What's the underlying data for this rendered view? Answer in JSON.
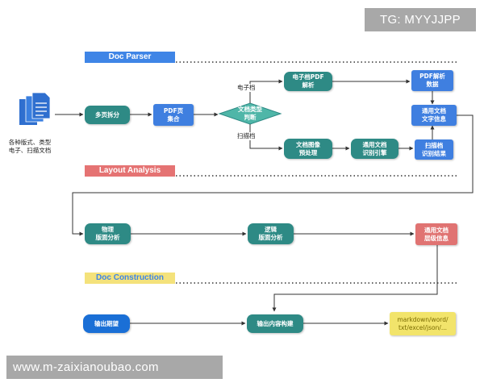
{
  "watermarks": {
    "top": "TG: MYYJJPP",
    "bottom": "www.m-zaixianoubao.com"
  },
  "sections": {
    "parser": "Doc Parser",
    "layout": "Layout Analysis",
    "construction": "Doc Construction"
  },
  "input_caption": "各种版式、类型\n电子、扫描文档",
  "nodes": {
    "split": "多页拆分",
    "pdf_pages": "PDF页\n集合",
    "doc_type": "文档类型\n判断",
    "pdf_electronic": "电子档PDF\n解析",
    "pdf_parsed": "PDF解析\n数据",
    "generic_text": "通用文档\n文字信息",
    "image_preprocess": "文档图像\n预处理",
    "ocr_engine": "通用文档\n识别引擎",
    "scan_result": "扫描档\n识别结果",
    "physical_layout": "物理\n版面分析",
    "logical_layout": "逻辑\n版面分析",
    "hierarchy": "通用文档\n层级信息",
    "output_spec": "输出期望",
    "content_build": "输出内容构建",
    "formats": "markdown/word/\ntxt/excel/json/..."
  },
  "edge_labels": {
    "electronic": "电子档",
    "scanned": "扫描档"
  },
  "colors": {
    "teal": "#2e8a85",
    "blue": "#3f7fe0",
    "red": "#e07372",
    "yellow": "#f2e46b",
    "doc_icon": "#2f6fcf"
  }
}
